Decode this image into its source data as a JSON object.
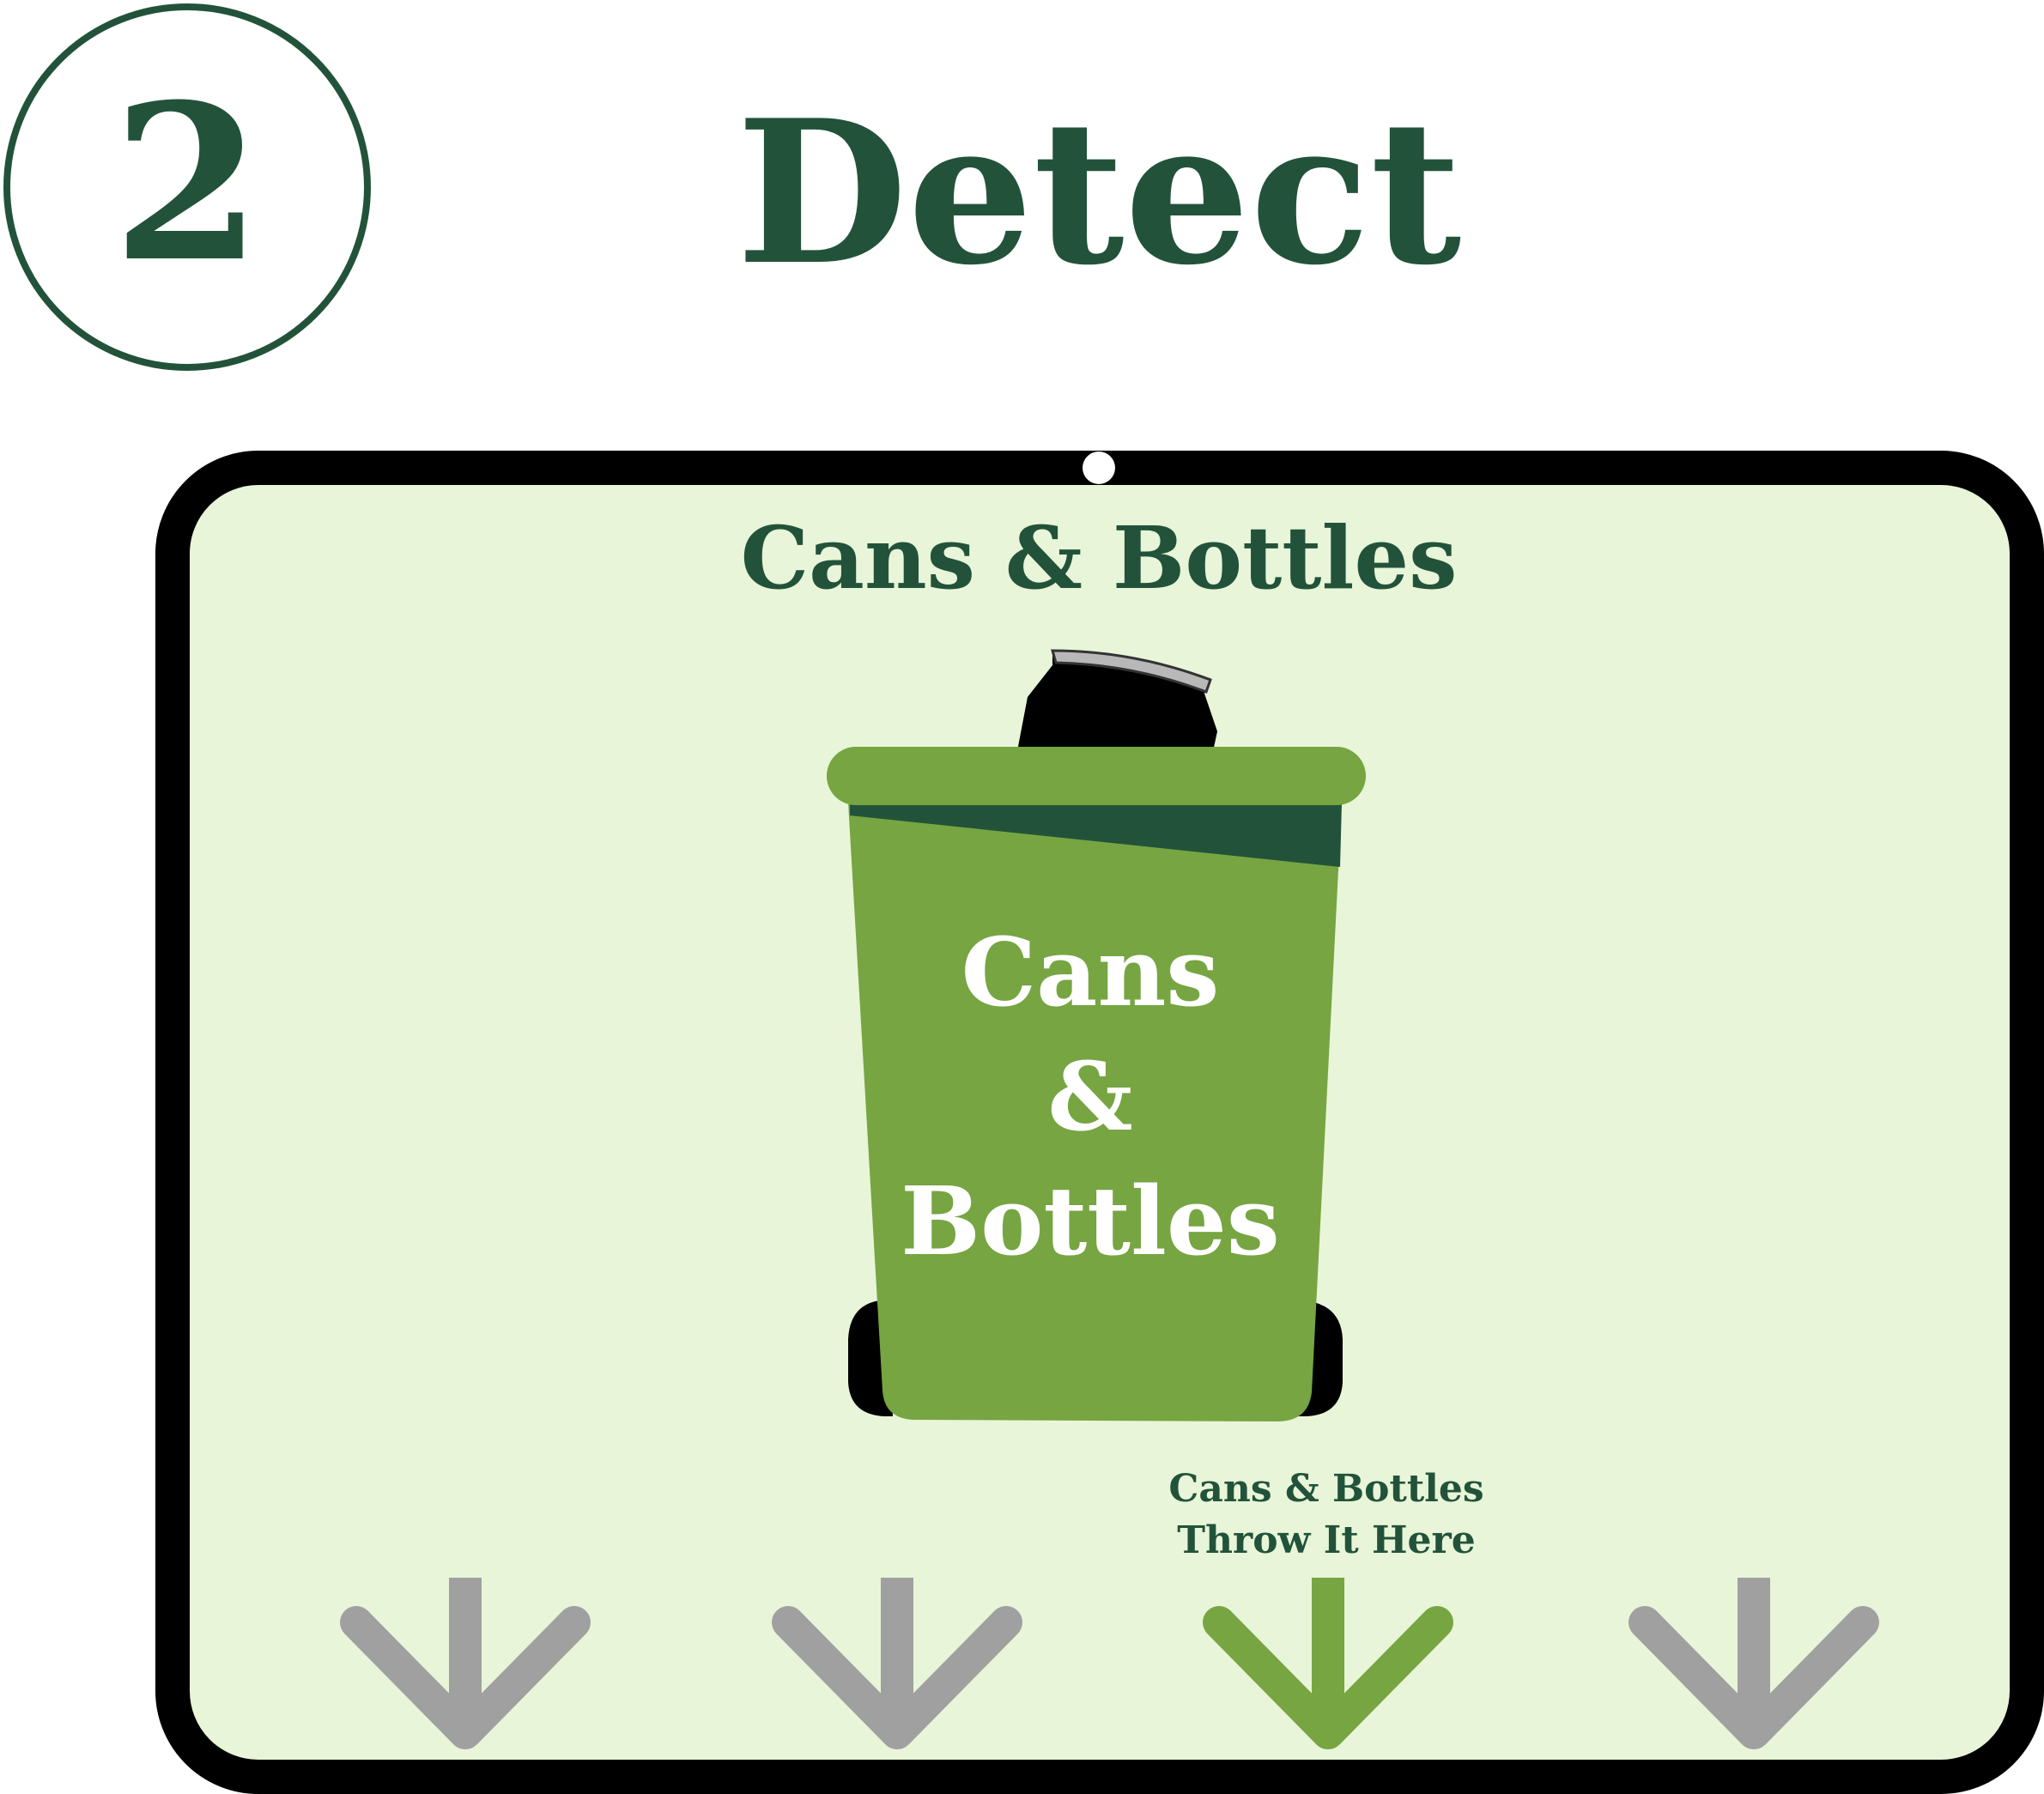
{
  "step": {
    "number": "2",
    "title": "Detect"
  },
  "screen": {
    "heading": "Cans & Bottles",
    "bin": {
      "label_line1": "Cans",
      "label_line2": "&",
      "label_line3": "Bottles",
      "icon": "recycling-bin-icon"
    },
    "hint": {
      "line1": "Cans & Bottles",
      "line2": "Throw It Here"
    },
    "arrows": [
      {
        "icon": "arrow-down-icon",
        "state": "inactive",
        "color": "#a0a0a0"
      },
      {
        "icon": "arrow-down-icon",
        "state": "inactive",
        "color": "#a0a0a0"
      },
      {
        "icon": "arrow-down-icon",
        "state": "active",
        "color": "#76a542"
      },
      {
        "icon": "arrow-down-icon",
        "state": "inactive",
        "color": "#a0a0a0"
      }
    ]
  },
  "colors": {
    "primary_dark_green": "#22533a",
    "bin_green": "#76a542",
    "screen_background": "#e8f5d8",
    "arrow_inactive": "#a0a0a0",
    "arrow_active": "#76a542"
  }
}
